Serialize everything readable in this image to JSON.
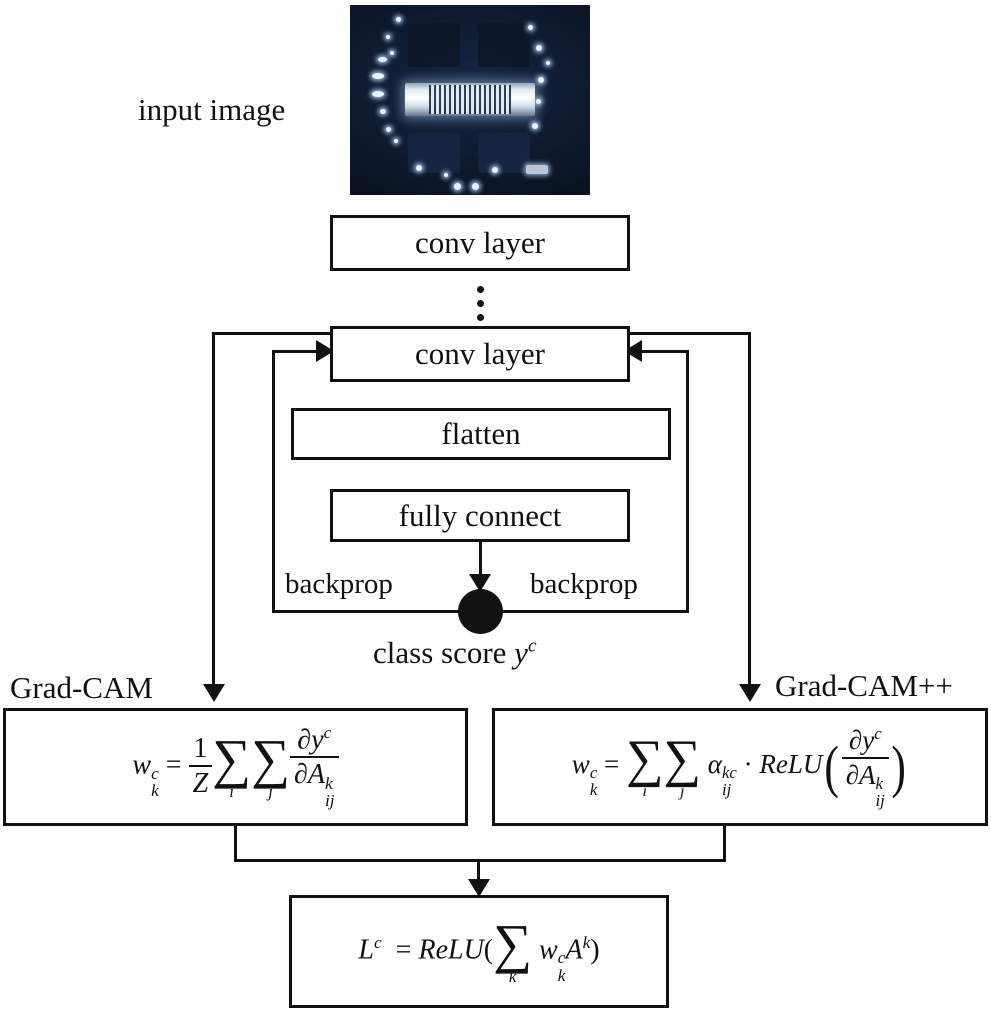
{
  "diagram": {
    "title": "Grad-CAM and Grad-CAM++ pipeline",
    "input_label": "input image",
    "input_photo": {
      "alt": "dark blue photograph of an illuminated metal threaded screw / bolt on a dark machine panel"
    },
    "blocks": {
      "conv_layer_top": "conv layer",
      "vertical_ellipsis": "⋮",
      "conv_layer_bottom": "conv layer",
      "flatten": "flatten",
      "fully_connect": "fully  connect",
      "backprop_left": "backprop",
      "backprop_right": "backprop"
    },
    "class_score": {
      "text": "class score",
      "symbol_base": "y",
      "symbol_sup": "c"
    },
    "branches": {
      "left_label": "Grad-CAM",
      "right_label": "Grad-CAM++"
    },
    "formulas": {
      "grad_cam": {
        "plain": "w_k^c = (1/Z) Σ_i Σ_j ∂y^c / ∂A_ij^k",
        "lhs_base": "w",
        "lhs_sup": "c",
        "lhs_sub": "k",
        "equals": "=",
        "frac_num": "1",
        "frac_den": "Z",
        "sum1_symbol": "∑",
        "sum1_index": "i",
        "sum2_symbol": "∑",
        "sum2_index": "j",
        "deriv_num_partial": "∂",
        "deriv_num_base": "y",
        "deriv_num_sup": "c",
        "deriv_den_partial": "∂",
        "deriv_den_base": "A",
        "deriv_den_sup": "k",
        "deriv_den_sub": "ij"
      },
      "grad_cam_pp": {
        "plain": "w_k^c = Σ_i Σ_j α_ij^kc · ReLU( ∂y^c / ∂A_ij^k )",
        "lhs_base": "w",
        "lhs_sup": "c",
        "lhs_sub": "k",
        "equals": "=",
        "sum1_symbol": "∑",
        "sum1_index": "i",
        "sum2_symbol": "∑",
        "sum2_index": "j",
        "alpha_base": "α",
        "alpha_sup": "kc",
        "alpha_sub": "ij",
        "dot": "·",
        "relu": "ReLU",
        "paren_open": "(",
        "paren_close": ")",
        "deriv_num_partial": "∂",
        "deriv_num_base": "y",
        "deriv_num_sup": "c",
        "deriv_den_partial": "∂",
        "deriv_den_base": "A",
        "deriv_den_sup": "k",
        "deriv_den_sub": "ij"
      },
      "localization_map": {
        "plain": "L^c = ReLU( Σ_k w_k^c A^k )",
        "lhs_base": "L",
        "lhs_sup": "c",
        "equals": "=",
        "relu": "ReLU",
        "paren_open": "(",
        "paren_close": ")",
        "sum_symbol": "∑",
        "sum_index": "k",
        "w_base": "w",
        "w_sup": "c",
        "w_sub": "k",
        "a_base": "A",
        "a_sup": "k"
      }
    },
    "colors": {
      "stroke": "#111111",
      "background": "#ffffff",
      "photo_dark": "#0a1020",
      "photo_highlight": "#e9f2ff"
    }
  }
}
